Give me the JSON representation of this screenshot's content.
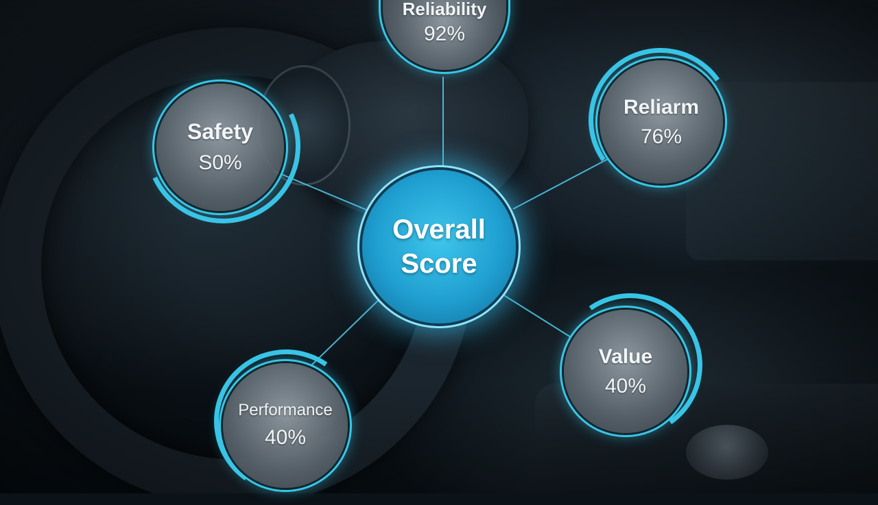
{
  "center": {
    "line1": "Overall",
    "line2": "Score"
  },
  "categories": [
    {
      "id": "reliability-top",
      "label": "Reliability",
      "value": "92%"
    },
    {
      "id": "safety",
      "label": "Safety",
      "value": "S0%"
    },
    {
      "id": "reliam",
      "label": "Reliarm",
      "value": "76%"
    },
    {
      "id": "value",
      "label": "Value",
      "value": "40%"
    },
    {
      "id": "performance",
      "label": "Performance",
      "value": "40%"
    }
  ],
  "colors": {
    "accent": "#39c5e6",
    "center_fill": "#1f9fd0"
  }
}
